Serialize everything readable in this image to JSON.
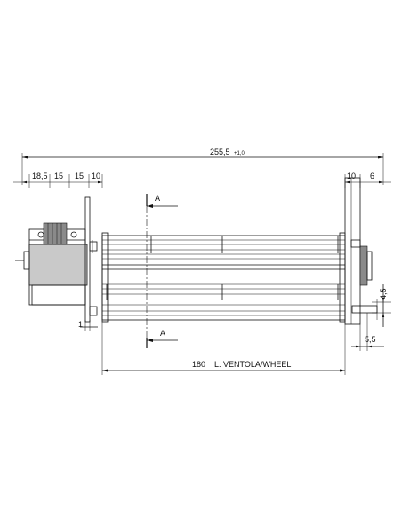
{
  "dimensions": {
    "overall": "255,5",
    "overall_tol": "+1,0",
    "motor_18_5": "18,5",
    "motor_15a": "15",
    "motor_15b": "15",
    "motor_10": "10",
    "right_10": "10",
    "right_6": "6",
    "right_4_5": "4,5",
    "right_5_5": "5,5",
    "left_1": "1",
    "wheel_length": "180",
    "wheel_label": "L. VENTOLA/WHEEL"
  },
  "section": {
    "top_label": "A",
    "bottom_label": "A"
  }
}
